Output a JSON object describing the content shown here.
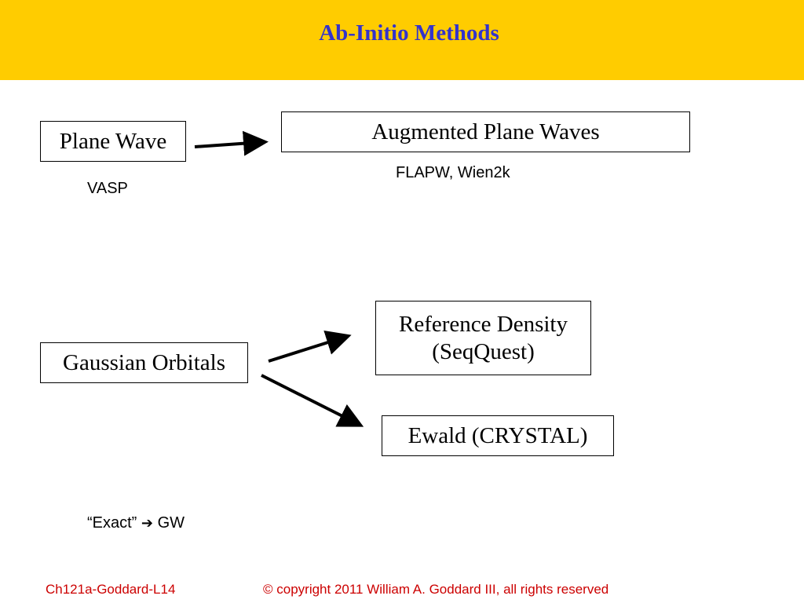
{
  "header": {
    "title": "Ab-Initio Methods"
  },
  "nodes": {
    "plane_wave": "Plane Wave",
    "augmented_plane_waves": "Augmented Plane Waves",
    "gaussian_orbitals": "Gaussian Orbitals",
    "reference_density_line1": "Reference Density",
    "reference_density_line2": "(SeqQuest)",
    "ewald": "Ewald (CRYSTAL)"
  },
  "notes": {
    "vasp": "VASP",
    "flapw": "FLAPW, Wien2k",
    "exact_prefix": "“Exact”",
    "exact_arrow": "➔",
    "exact_suffix": "GW"
  },
  "footer": {
    "course": "Ch121a-Goddard-L14",
    "copyright": "© copyright 2011 William A. Goddard III, all rights reserved"
  },
  "colors": {
    "header_bg": "#ffcc00",
    "title": "#3333cc",
    "footer_text": "#cc0000"
  }
}
